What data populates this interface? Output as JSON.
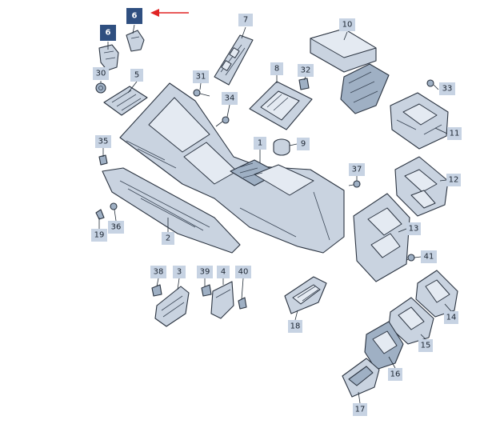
{
  "diagram": {
    "highlight_color": "#2f4f80",
    "callout_color": "#c7d3e3",
    "arrow_color": "#e02424",
    "callouts": [
      {
        "id": "c6a",
        "label": "6",
        "highlight": true
      },
      {
        "id": "c6b",
        "label": "6",
        "highlight": true
      },
      {
        "id": "c7",
        "label": "7"
      },
      {
        "id": "c10",
        "label": "10"
      },
      {
        "id": "c30",
        "label": "30"
      },
      {
        "id": "c5",
        "label": "5"
      },
      {
        "id": "c31",
        "label": "31"
      },
      {
        "id": "c8",
        "label": "8"
      },
      {
        "id": "c32",
        "label": "32"
      },
      {
        "id": "c33",
        "label": "33"
      },
      {
        "id": "c34",
        "label": "34"
      },
      {
        "id": "c11",
        "label": "11"
      },
      {
        "id": "c35",
        "label": "35"
      },
      {
        "id": "c1",
        "label": "1"
      },
      {
        "id": "c9",
        "label": "9"
      },
      {
        "id": "c37",
        "label": "37"
      },
      {
        "id": "c12",
        "label": "12"
      },
      {
        "id": "c13",
        "label": "13"
      },
      {
        "id": "c19",
        "label": "19"
      },
      {
        "id": "c36",
        "label": "36"
      },
      {
        "id": "c2",
        "label": "2"
      },
      {
        "id": "c41",
        "label": "41"
      },
      {
        "id": "c38",
        "label": "38"
      },
      {
        "id": "c3",
        "label": "3"
      },
      {
        "id": "c39",
        "label": "39"
      },
      {
        "id": "c4",
        "label": "4"
      },
      {
        "id": "c40",
        "label": "40"
      },
      {
        "id": "c14",
        "label": "14"
      },
      {
        "id": "c18",
        "label": "18"
      },
      {
        "id": "c15",
        "label": "15"
      },
      {
        "id": "c16",
        "label": "16"
      },
      {
        "id": "c17",
        "label": "17"
      }
    ]
  }
}
